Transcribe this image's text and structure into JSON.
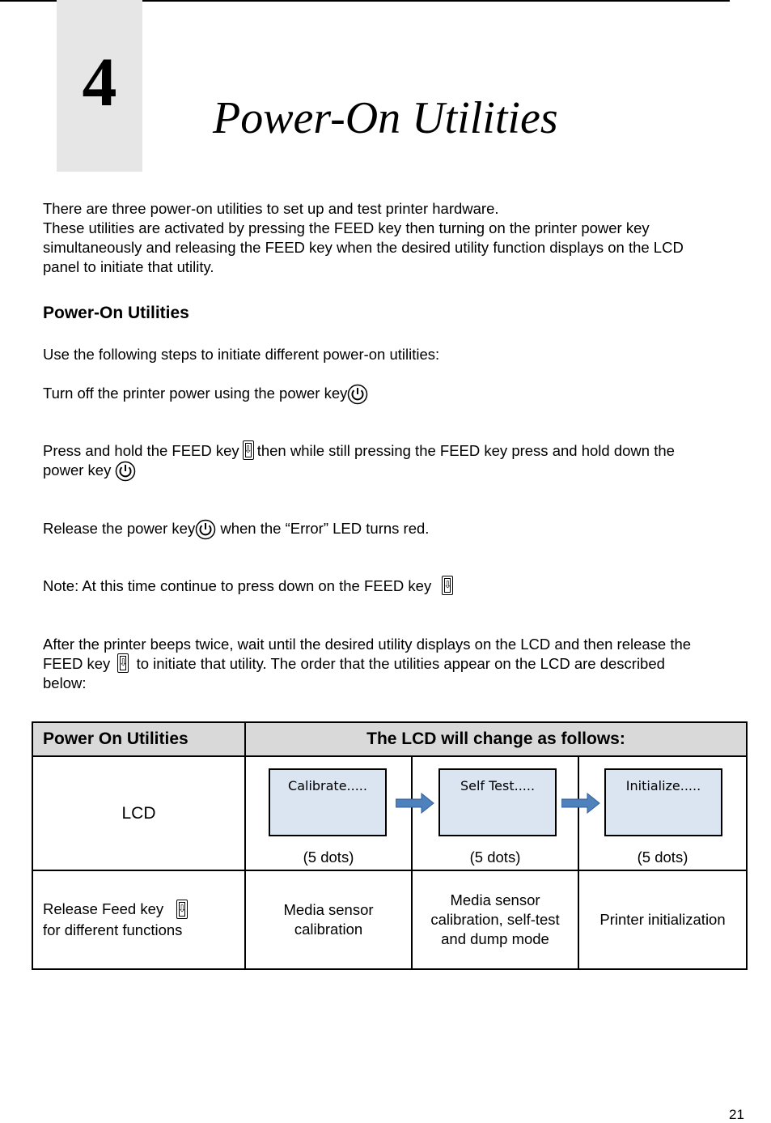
{
  "chapter": {
    "number": "4",
    "title": "Power-On Utilities"
  },
  "intro": {
    "line1": "There are three power-on utilities to set up and test printer hardware.",
    "line2": "These utilities are activated by pressing the FEED key then turning on the printer power key",
    "line3": "simultaneously and releasing the FEED key when the desired utility function displays on the LCD",
    "line4": "panel to initiate that utility."
  },
  "section_heading": "Power-On Utilities",
  "steps": {
    "intro": "Use the following steps to initiate different power-on utilities:",
    "step1": "Turn off the printer power using the power key",
    "step2_a": "Press and hold the FEED key",
    "step2_b": "then while still pressing the FEED key press and hold down the",
    "step2_c": "power key",
    "step3_a": "Release the power key",
    "step3_b": "when the “Error” LED turns red.",
    "note": "Note: At this time continue to press down on the FEED key",
    "step5_a": "After the printer beeps twice, wait until the desired utility displays on the LCD and then release the",
    "step5_b": "FEED key",
    "step5_c": "to initiate that utility.  The order that the utilities appear on the LCD are described",
    "step5_d": "below:"
  },
  "table": {
    "header_left": "Power On Utilities",
    "header_right": "The LCD will change as follows:",
    "lcd_label": "LCD",
    "screens": [
      {
        "text": "Calibrate.....",
        "dots": "(5 dots)"
      },
      {
        "text": "Self Test.....",
        "dots": "(5 dots)"
      },
      {
        "text": "Initialize.....",
        "dots": "(5 dots)"
      }
    ],
    "release_label_1": "Release Feed key",
    "release_label_2": "for different functions",
    "functions": [
      [
        "Media sensor",
        "calibration"
      ],
      [
        "Media sensor",
        "calibration, self-test",
        "and dump mode"
      ],
      [
        "Printer initialization"
      ]
    ]
  },
  "colors": {
    "lcd_fill": "#dbe5f1",
    "arrow_fill": "#4f81bd",
    "header_fill": "#d9d9d9",
    "chapter_box": "#e6e6e6"
  },
  "icons": {
    "power": "power-icon",
    "feed": "feed-key-icon",
    "arrow": "right-arrow-icon"
  },
  "page_number": "21"
}
